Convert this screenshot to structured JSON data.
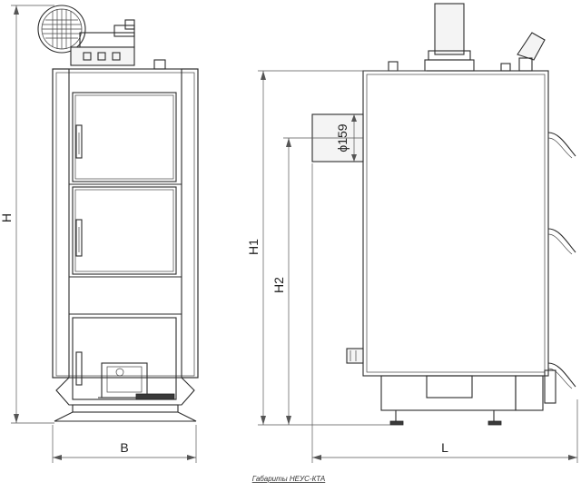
{
  "dimensions": {
    "height_total": "H",
    "height_chimney": "H1",
    "height_inlet": "H2",
    "width": "B",
    "length": "L",
    "flue_diameter": "ϕ159"
  },
  "caption": "Габариты НЕУС-КТА"
}
